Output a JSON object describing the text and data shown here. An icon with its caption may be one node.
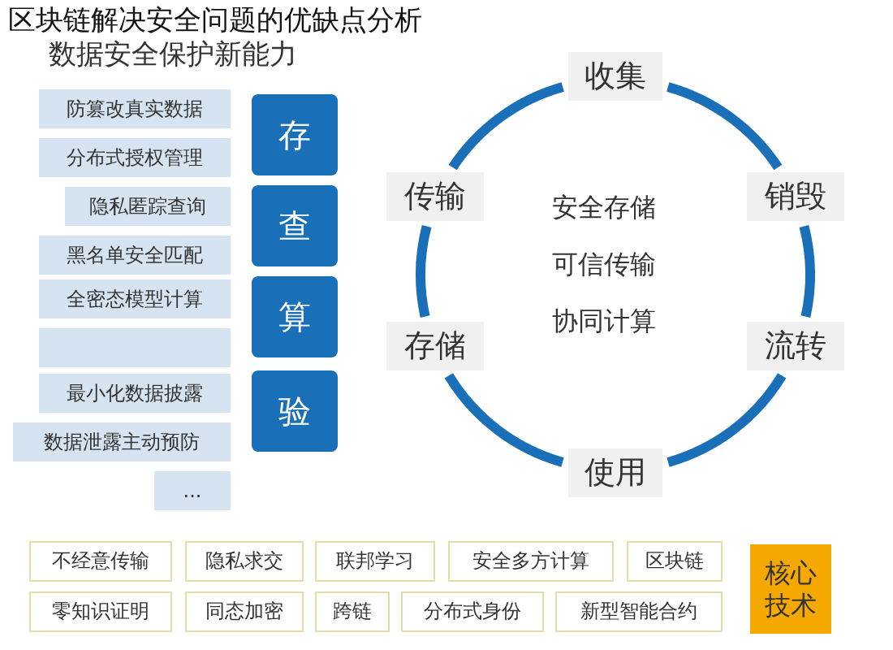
{
  "diagram": {
    "title": "区块链解决安全问题的优缺点分析",
    "nodes": [
      {
        "text": [
          "防篡改真实数据"
        ]
      },
      {
        "text": [
          "分布式授权管理"
        ]
      },
      {
        "text": [
          "隐私匿踪查询"
        ]
      },
      {
        "text": [
          "黑名单安全匹配"
        ]
      },
      {
        "text": [
          "全密态模型计算"
        ]
      },
      {
        "text": [],
        "shape": "box"
      },
      {
        "text": [
          "最小化数据披露"
        ]
      },
      {
        "text": [
          "数据泄露主动预防"
        ]
      },
      {
        "text": [
          "..."
        ]
      },
      {
        "text": [
          "存"
        ]
      },
      {
        "text": [
          "查"
        ]
      },
      {
        "text": [
          "算"
        ]
      },
      {
        "text": [
          "验"
        ]
      },
      {
        "text": [
          "收集"
        ]
      },
      {
        "text": [
          "传输"
        ]
      },
      {
        "text": [
          "销毁"
        ]
      },
      {
        "text": [
          "存储"
        ]
      },
      {
        "text": [
          "流转"
        ]
      },
      {
        "text": [
          "使用"
        ]
      },
      {
        "text": [
          "不经意传输"
        ]
      },
      {
        "text": [
          "隐私求交"
        ]
      },
      {
        "text": [
          "联邦学习"
        ]
      },
      {
        "text": [
          "安全多方计算"
        ]
      },
      {
        "text": [
          "区块链"
        ]
      },
      {
        "text": [
          "零知识证明"
        ]
      },
      {
        "text": [
          "同态加密"
        ]
      },
      {
        "text": [
          "跨链"
        ]
      },
      {
        "text": [
          "分布式身份"
        ]
      },
      {
        "text": [
          "新型智能合约"
        ]
      },
      {
        "text": [
          "核心技术"
        ]
      }
    ],
    "edges": [
      {
        "from": 13,
        "to": 15,
        "arrow": "none"
      },
      {
        "from": 15,
        "to": 17,
        "arrow": "none"
      },
      {
        "from": 17,
        "to": 18,
        "arrow": "none"
      },
      {
        "from": 18,
        "to": 16,
        "arrow": "none"
      },
      {
        "from": 16,
        "to": 14,
        "arrow": "none"
      },
      {
        "from": 14,
        "to": 13,
        "arrow": "none"
      }
    ],
    "labels": [
      "数据安全保护新能力",
      "安全存储",
      "可信传输",
      "协同计算"
    ]
  }
}
